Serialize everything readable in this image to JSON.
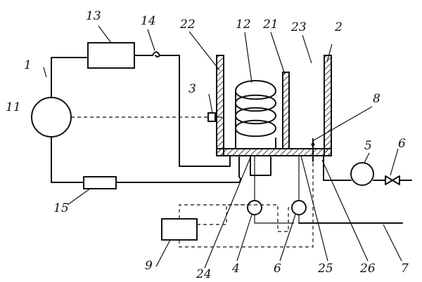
{
  "labels": {
    "l1": "1",
    "l2": "2",
    "l3": "3",
    "l4": "4",
    "l5": "5",
    "l6a": "6",
    "l6b": "6",
    "l7": "7",
    "l8": "8",
    "l9": "9",
    "l11": "11",
    "l12": "12",
    "l13": "13",
    "l14": "14",
    "l15": "15",
    "l21": "21",
    "l22": "22",
    "l23": "23",
    "l24": "24",
    "l25": "25",
    "l26": "26"
  }
}
